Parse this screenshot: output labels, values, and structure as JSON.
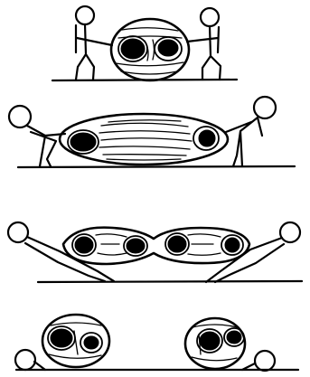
{
  "figure": {
    "panels": [
      {
        "stage": "figures-flanking-cell"
      },
      {
        "stage": "cell-stretching"
      },
      {
        "stage": "cell-pinching"
      },
      {
        "stage": "two-daughter-cells"
      }
    ],
    "colors": {
      "ink": "#000000",
      "background": "#ffffff"
    }
  }
}
